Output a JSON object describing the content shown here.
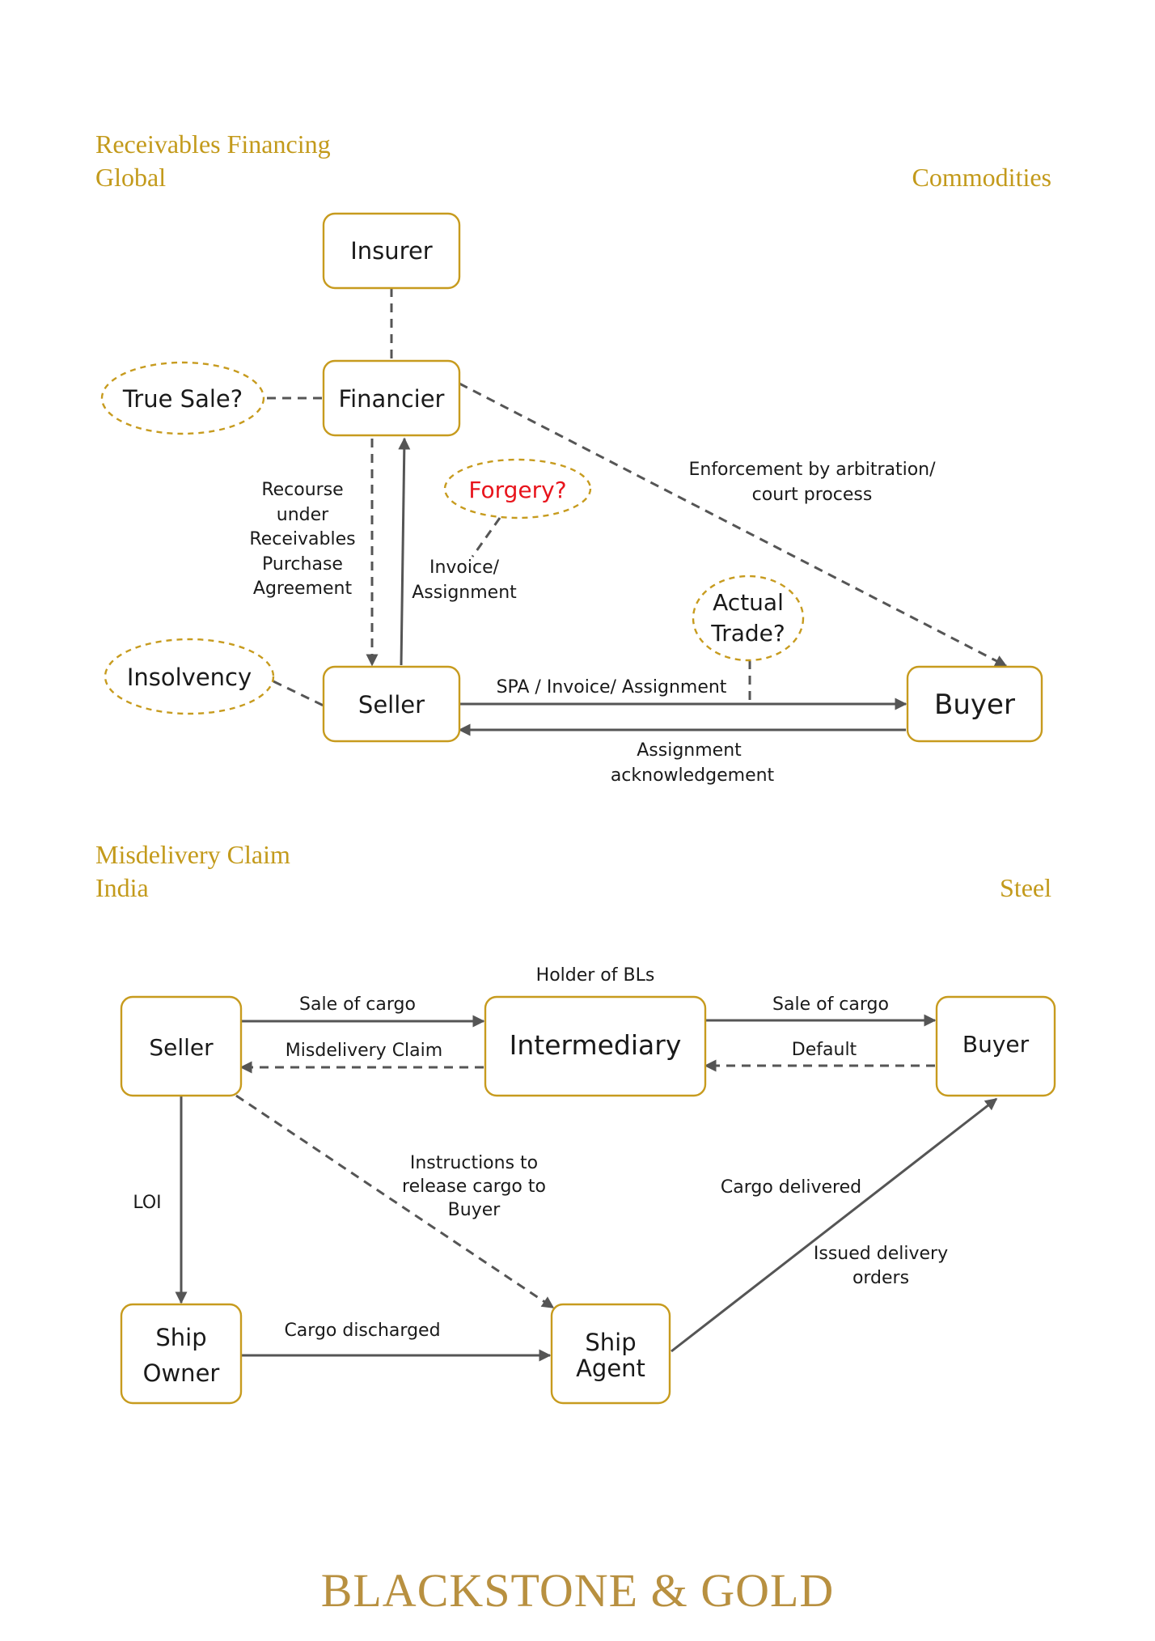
{
  "colors": {
    "gold": "#c39a1b",
    "red": "#e8141c",
    "line": "#555555"
  },
  "section1": {
    "title_line1": "Receivables Financing",
    "title_line2": "Global",
    "sector": "Commodities",
    "nodes": {
      "insurer": "Insurer",
      "financier": "Financier",
      "seller": "Seller",
      "buyer": "Buyer"
    },
    "ovals": {
      "true_sale": "True Sale?",
      "forgery": "Forgery?",
      "insolvency": "Insolvency",
      "actual_trade": [
        "Actual",
        "Trade?"
      ]
    },
    "labels": {
      "recourse": [
        "Recourse",
        "under",
        "Receivables",
        "Purchase",
        "Agreement"
      ],
      "invoice_assignment": [
        "Invoice/",
        "Assignment"
      ],
      "enforcement": [
        "Enforcement by arbitration/",
        "court process"
      ],
      "spa": "SPA / Invoice/ Assignment",
      "ack": [
        "Assignment",
        "acknowledgement"
      ]
    }
  },
  "section2": {
    "title_line1": "Misdelivery Claim",
    "title_line2": "India",
    "sector": "Steel",
    "nodes": {
      "seller": "Seller",
      "intermediary": "Intermediary",
      "buyer": "Buyer",
      "ship_owner": [
        "Ship",
        "Owner"
      ],
      "ship_agent": [
        "Ship",
        "Agent"
      ]
    },
    "labels": {
      "holder": "Holder of BLs",
      "sale1": "Sale of cargo",
      "sale2": "Sale of cargo",
      "misdelivery": "Misdelivery Claim",
      "default": "Default",
      "loi": "LOI",
      "instructions": [
        "Instructions to",
        "release cargo to",
        "Buyer"
      ],
      "cargo_delivered": "Cargo delivered",
      "issued": [
        "Issued delivery",
        "orders"
      ],
      "cargo_discharged": "Cargo discharged"
    }
  },
  "brand": "BLACKSTONE & GOLD"
}
